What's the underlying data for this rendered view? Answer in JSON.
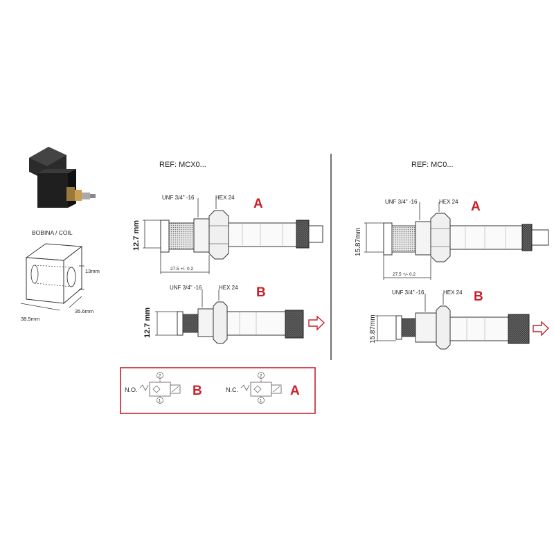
{
  "coil": {
    "title": "BOBINA / COIL",
    "dim_height": "13mm",
    "dim_width": "38.5mm",
    "dim_depth": "35.6mm"
  },
  "panel_left": {
    "ref": "REF: MCX0...",
    "A": {
      "letter": "A",
      "thread": "UNF 3/4\" -16",
      "hex": "HEX 24",
      "diameter": "12.7 mm",
      "length": "27.5 +/- 0.2"
    },
    "B": {
      "letter": "B",
      "thread": "UNF 3/4\" -16",
      "hex": "HEX 24",
      "diameter": "12.7 mm"
    }
  },
  "panel_right": {
    "ref": "REF: MC0...",
    "A": {
      "letter": "A",
      "thread": "UNF 3/4\" -16",
      "hex": "HEX 24",
      "diameter": "15.87mm",
      "length": "27.5 +/- 0.2"
    },
    "B": {
      "letter": "B",
      "thread": "UNF 3/4\" -16",
      "hex": "HEX 24",
      "diameter": "15.87mm"
    }
  },
  "symbols": {
    "no_label": "N.O.",
    "no_letter": "B",
    "nc_label": "N.C.",
    "nc_letter": "A",
    "port_top": "2",
    "port_bottom": "1"
  },
  "colors": {
    "accent_red": "#c8202a",
    "line": "#333333",
    "coil_body": "#2a2a2a",
    "cartridge_knurl": "#555555"
  }
}
